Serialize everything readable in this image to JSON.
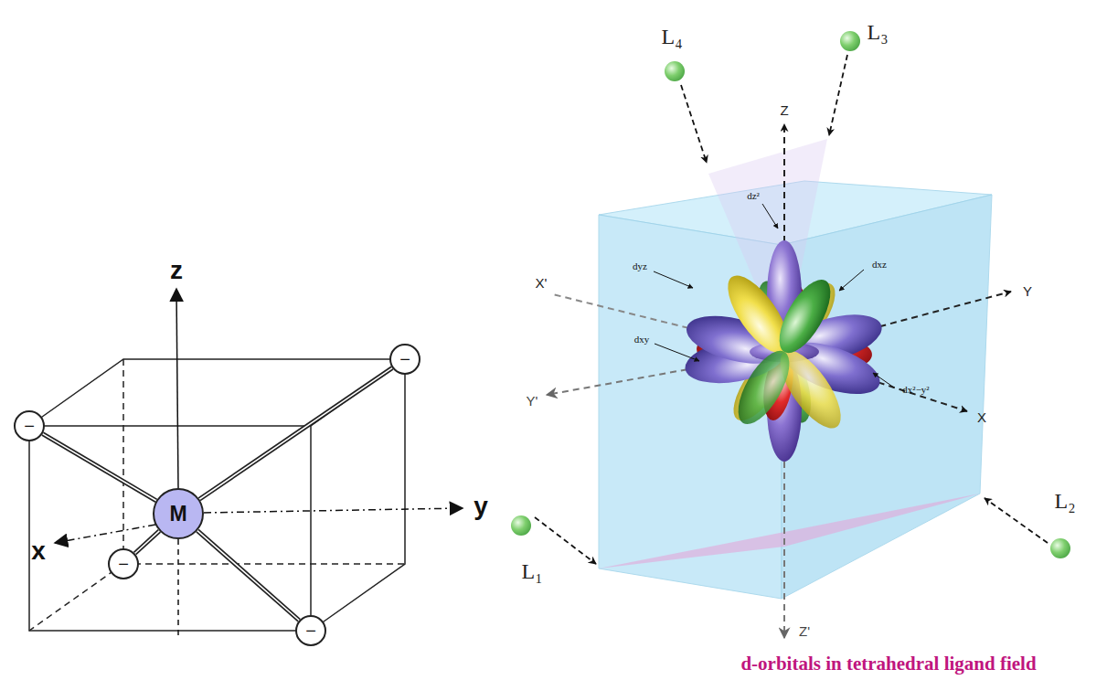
{
  "diagram": {
    "caption": "d-orbitals in tetrahedral ligand field",
    "nodes": [
      {
        "text": [
          "M"
        ]
      },
      {
        "text": [
          "−"
        ]
      },
      {
        "text": [
          "−"
        ]
      },
      {
        "text": [
          "−"
        ]
      },
      {
        "text": [
          "−"
        ]
      },
      {
        "text": [
          "L₄"
        ]
      },
      {
        "text": [
          "L₃"
        ]
      },
      {
        "text": [
          "L₁"
        ]
      },
      {
        "text": [
          "L₂"
        ]
      }
    ],
    "edges": [
      {
        "from": 0,
        "to": 1,
        "arrow": "none"
      },
      {
        "from": 0,
        "to": 2,
        "arrow": "none"
      },
      {
        "from": 0,
        "to": 3,
        "arrow": "none"
      },
      {
        "from": 0,
        "to": 4,
        "arrow": "none"
      }
    ],
    "labels": [
      "z",
      "y",
      "x",
      "Z",
      "X'",
      "Y",
      "Y'",
      "X",
      "Z'",
      "dz²",
      "dyz",
      "dxz",
      "dxy",
      "dx²−y²"
    ]
  }
}
